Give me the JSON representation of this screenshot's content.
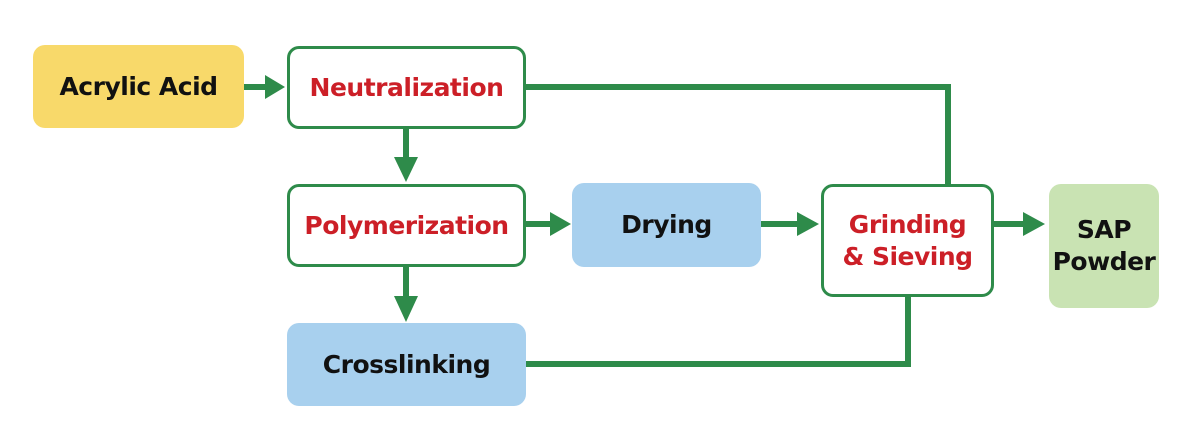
{
  "diagram": {
    "title": "SAP Powder production process flow",
    "colors": {
      "connector": "#2e8b4a",
      "outlined_text": "#cc1f27",
      "raw_material_fill": "#f8d96a",
      "process_fill": "#a8d0ee",
      "product_fill": "#c9e3b3"
    },
    "nodes": {
      "acrylic_acid": {
        "label": "Acrylic Acid",
        "style": "yellow"
      },
      "neutralization": {
        "label": "Neutralization",
        "style": "outlined"
      },
      "polymerization": {
        "label": "Polymerization",
        "style": "outlined"
      },
      "crosslinking": {
        "label": "Crosslinking",
        "style": "blue"
      },
      "drying": {
        "label": "Drying",
        "style": "blue"
      },
      "grinding_sieving": {
        "label_line1": "Grinding",
        "label_line2": "& Sieving",
        "style": "outlined"
      },
      "sap_powder": {
        "label_line1": "SAP",
        "label_line2": "Powder",
        "style": "green"
      }
    },
    "edges": [
      {
        "from": "Acrylic Acid",
        "to": "Neutralization",
        "arrow": true
      },
      {
        "from": "Neutralization",
        "to": "Polymerization",
        "arrow": true
      },
      {
        "from": "Polymerization",
        "to": "Drying",
        "arrow": true
      },
      {
        "from": "Polymerization",
        "to": "Crosslinking",
        "arrow": true
      },
      {
        "from": "Drying",
        "to": "Grinding & Sieving",
        "arrow": true
      },
      {
        "from": "Grinding & Sieving",
        "to": "SAP Powder",
        "arrow": true
      },
      {
        "from": "Neutralization",
        "to": "Grinding & Sieving",
        "arrow": false
      },
      {
        "from": "Crosslinking",
        "to": "Grinding & Sieving",
        "arrow": false
      }
    ]
  }
}
